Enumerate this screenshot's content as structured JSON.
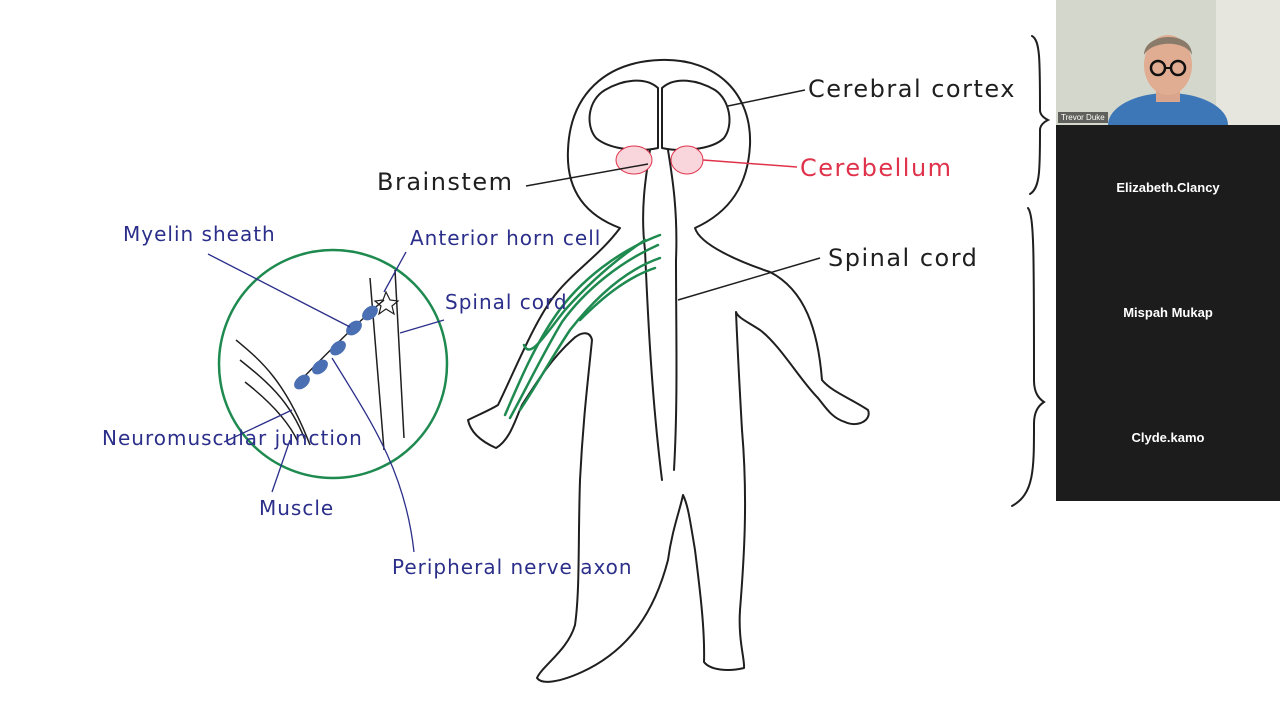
{
  "slide": {
    "labels": {
      "cerebral_cortex": "Cerebral cortex",
      "cerebellum": "Cerebellum",
      "brainstem": "Brainstem",
      "spinal_cord": "Spinal cord",
      "myelin_sheath": "Myelin sheath",
      "anterior_horn_cell": "Anterior horn cell",
      "inset_spinal_cord": "Spinal cord",
      "neuromuscular_junction": "Neuromuscular junction",
      "muscle": "Muscle",
      "peripheral_nerve_axon": "Peripheral nerve axon"
    },
    "colors": {
      "ink": "#1f1f1f",
      "blue": "#2b2f8a",
      "red": "#e0334b",
      "green": "#1e8a4f",
      "myelin": "#4a6fb3"
    }
  },
  "participants": {
    "active_speaker": "Trevor Duke",
    "others": [
      "Elizabeth.Clancy",
      "Mispah Mukap",
      "Clyde.kamo"
    ]
  }
}
